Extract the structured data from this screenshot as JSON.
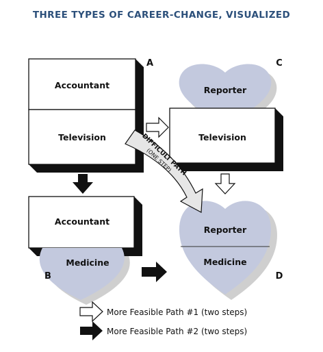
{
  "title": "THREE TYPES OF CAREER-CHANGE, VISUALIZED",
  "corners": {
    "a": "A",
    "b": "B",
    "c": "C",
    "d": "D"
  },
  "panel_a": {
    "top": "Accountant",
    "bottom": "Television"
  },
  "panel_b": {
    "top": "Accountant",
    "bottom": "Medicine"
  },
  "panel_c": {
    "top": "Reporter",
    "bottom": "Television"
  },
  "panel_d": {
    "top": "Reporter",
    "bottom": "Medicine"
  },
  "difficult_path": {
    "label": "DIFFICULT PATH",
    "sub": "(ONE STEP)"
  },
  "legend": {
    "white_arrow": "More Feasible Path #1 (two steps)",
    "black_arrow": "More Feasible Path #2 (two steps)"
  },
  "colors": {
    "title": "#2b4f7a",
    "heart_fill": "#c3c9de",
    "shadow": "#cfcfcf",
    "box_shadow": "#111111",
    "outline": "#111111"
  }
}
